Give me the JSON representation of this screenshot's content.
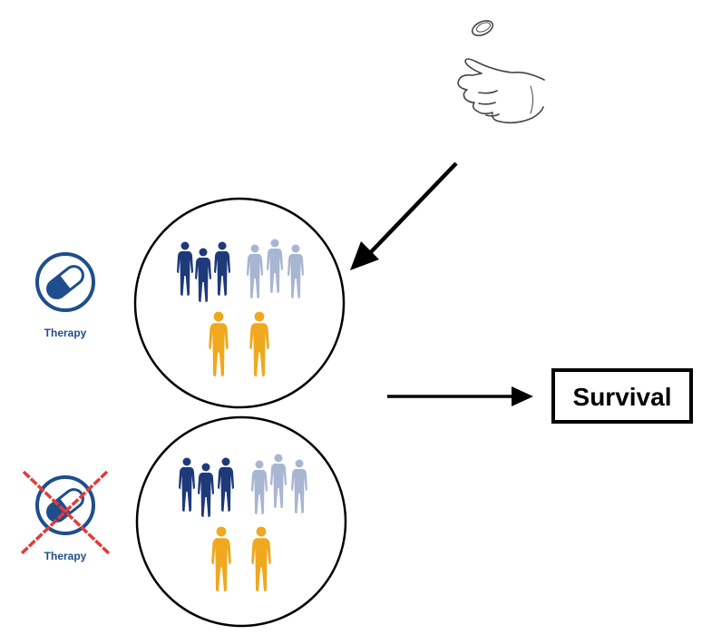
{
  "labels": {
    "therapy_top": "Therapy",
    "therapy_bottom": "Therapy",
    "outcome": "Survival"
  },
  "icons": {
    "coin_flip": "hand-flipping-coin-icon",
    "pill": "pill-icon",
    "pill_crossed": "crossed-out-pill-icon",
    "person": "person-silhouette-icon"
  },
  "colors": {
    "therapy_icon": "#1e4e8c",
    "cross": "#e23b3b",
    "group_dark": "#1f3a7a",
    "group_light": "#a9b6d2",
    "group_orange": "#f0a81e",
    "line": "#000000"
  },
  "groups": {
    "top": {
      "dark": 3,
      "light": 3,
      "orange": 2
    },
    "bottom": {
      "dark": 3,
      "light": 3,
      "orange": 2
    }
  }
}
